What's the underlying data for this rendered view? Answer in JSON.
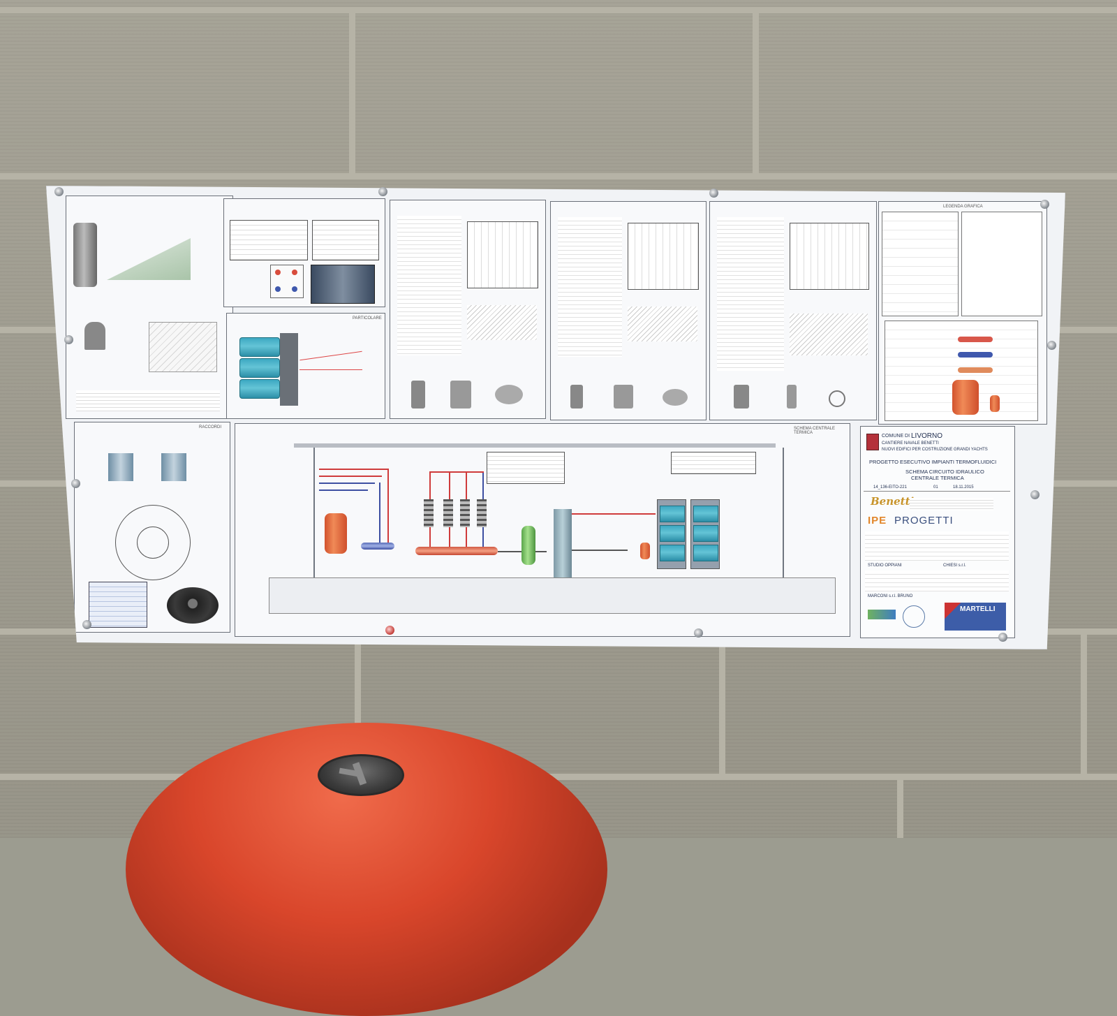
{
  "poster": {
    "comune": "COMUNE DI",
    "city": "LIVORNO",
    "cantiere": "CANTIERE NAVALE BENETTI",
    "nuovi": "NUOVI EDIFICI PER COSTRUZIONE GRANDI YACHTS",
    "project_title": "PROGETTO ESECUTIVO IMPIANTI TERMOFLUIDICI",
    "schema_line1": "SCHEMA CIRCUITO IDRAULICO",
    "schema_line2": "CENTRALE TERMICA",
    "drawing_no": "14_136-EITO-221",
    "rev": "01",
    "date": "18.11.2015",
    "benetti_logo": "Benetti",
    "ipe_logo_prefix": "IPE",
    "ipe_logo_suffix": "PROGETTI",
    "studio": "STUDIO OPPIANI",
    "chiesi": "CHIESI s.r.l.",
    "marconi": "MARCONI s.r.l. BRUNO",
    "martelli": "MARTELLI",
    "particolare": "PARTICOLARE",
    "schema_centrale": "SCHEMA CENTRALE TERMICA",
    "legenda": "LEGENDA GRAFICA",
    "raccordi": "RACCORDI"
  },
  "colors": {
    "wall": "#a29f92",
    "poster_bg": "#f1f3f6",
    "pipe_red": "#cf3b3b",
    "pipe_blue": "#3d4fa2",
    "boiler_teal": "#3da8c2",
    "tank_orange": "#e06a3c",
    "vessel_red": "#d9462b"
  }
}
